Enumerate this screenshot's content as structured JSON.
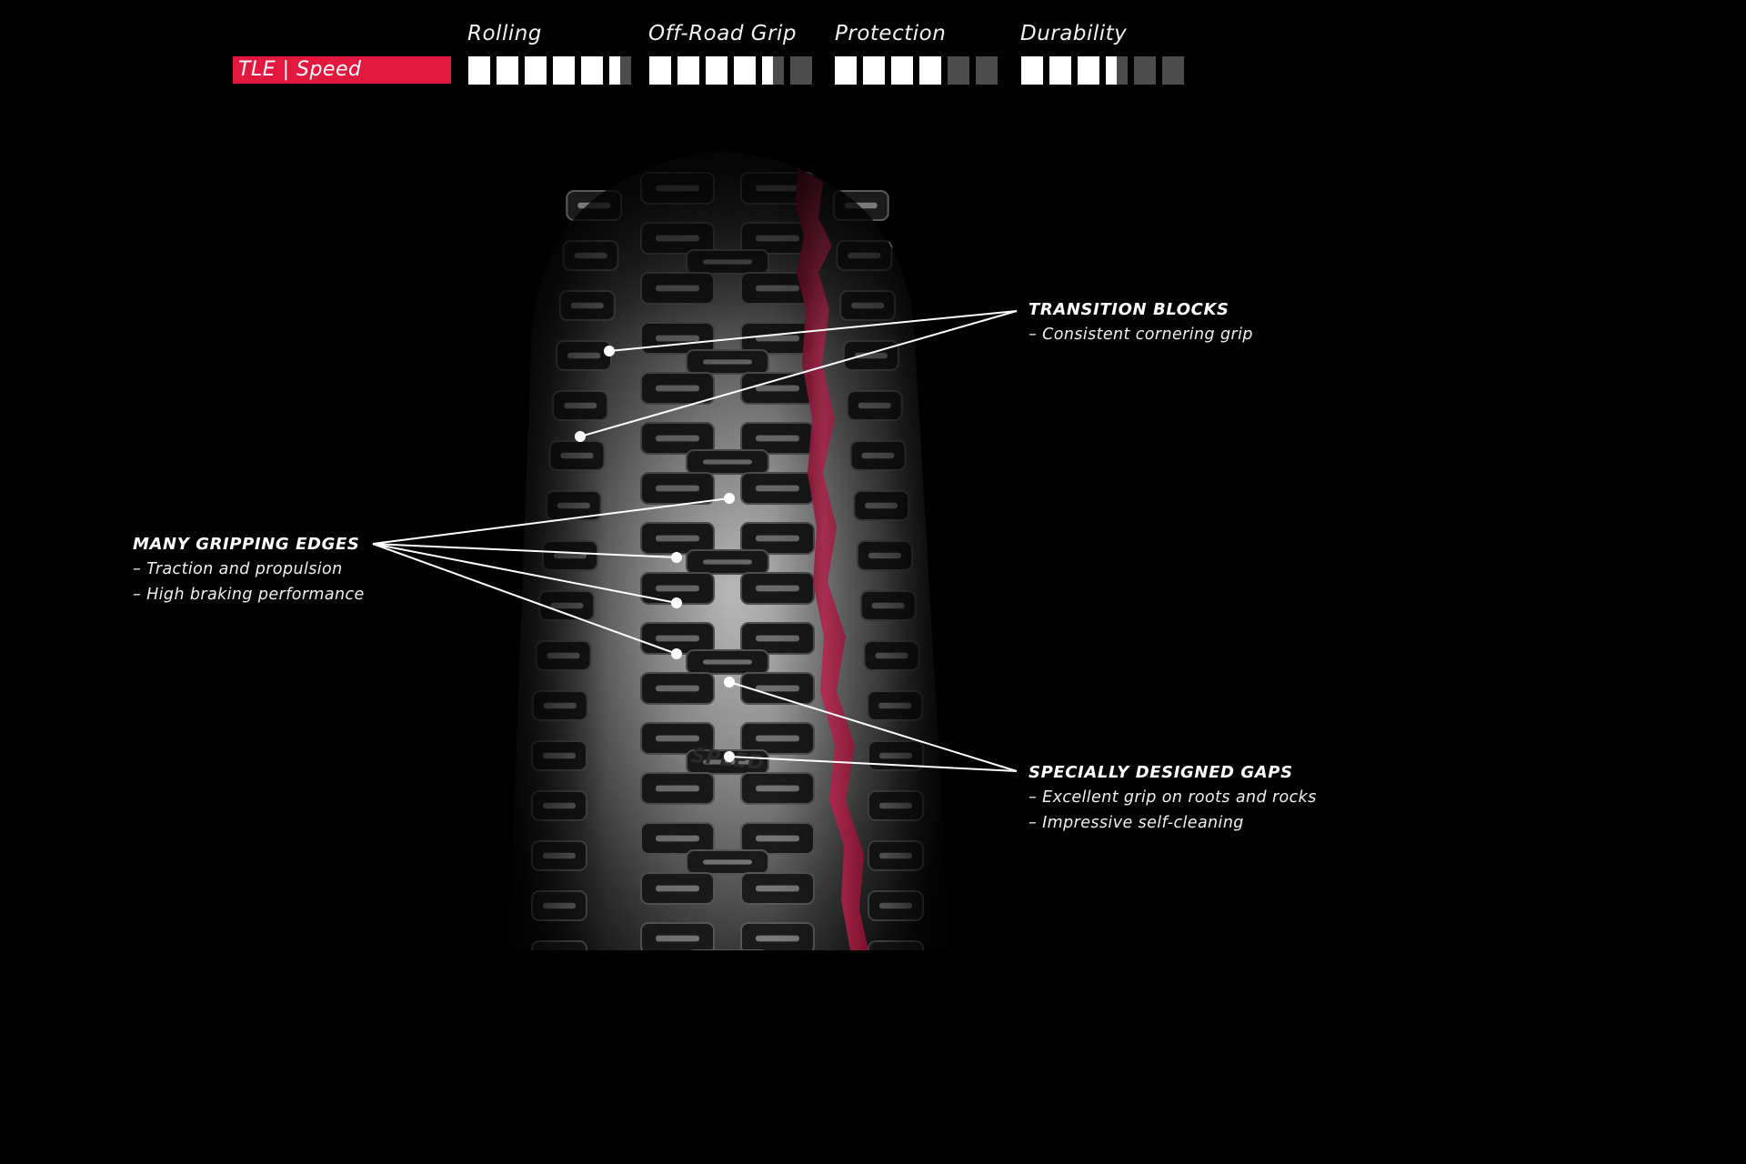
{
  "badge": {
    "label": "TLE | Speed",
    "color": "#e3183f"
  },
  "ratings": [
    {
      "label": "Rolling",
      "segments": 6,
      "filled": 5.5
    },
    {
      "label": "Off-Road Grip",
      "segments": 6,
      "filled": 4.5
    },
    {
      "label": "Protection",
      "segments": 6,
      "filled": 4
    },
    {
      "label": "Durability",
      "segments": 6,
      "filled": 3.5
    }
  ],
  "callouts": {
    "transition": {
      "title": "TRANSITION BLOCKS",
      "lines": [
        "– Consistent cornering grip"
      ]
    },
    "edges": {
      "title": "MANY GRIPPING EDGES",
      "lines": [
        "– Traction and propulsion",
        "– High braking performance"
      ]
    },
    "gaps": {
      "title": "SPECIALLY DESIGNED GAPS",
      "lines": [
        "– Excellent grip on roots and rocks",
        "– Impressive self-cleaning"
      ]
    }
  },
  "tire_text": "SPEED"
}
